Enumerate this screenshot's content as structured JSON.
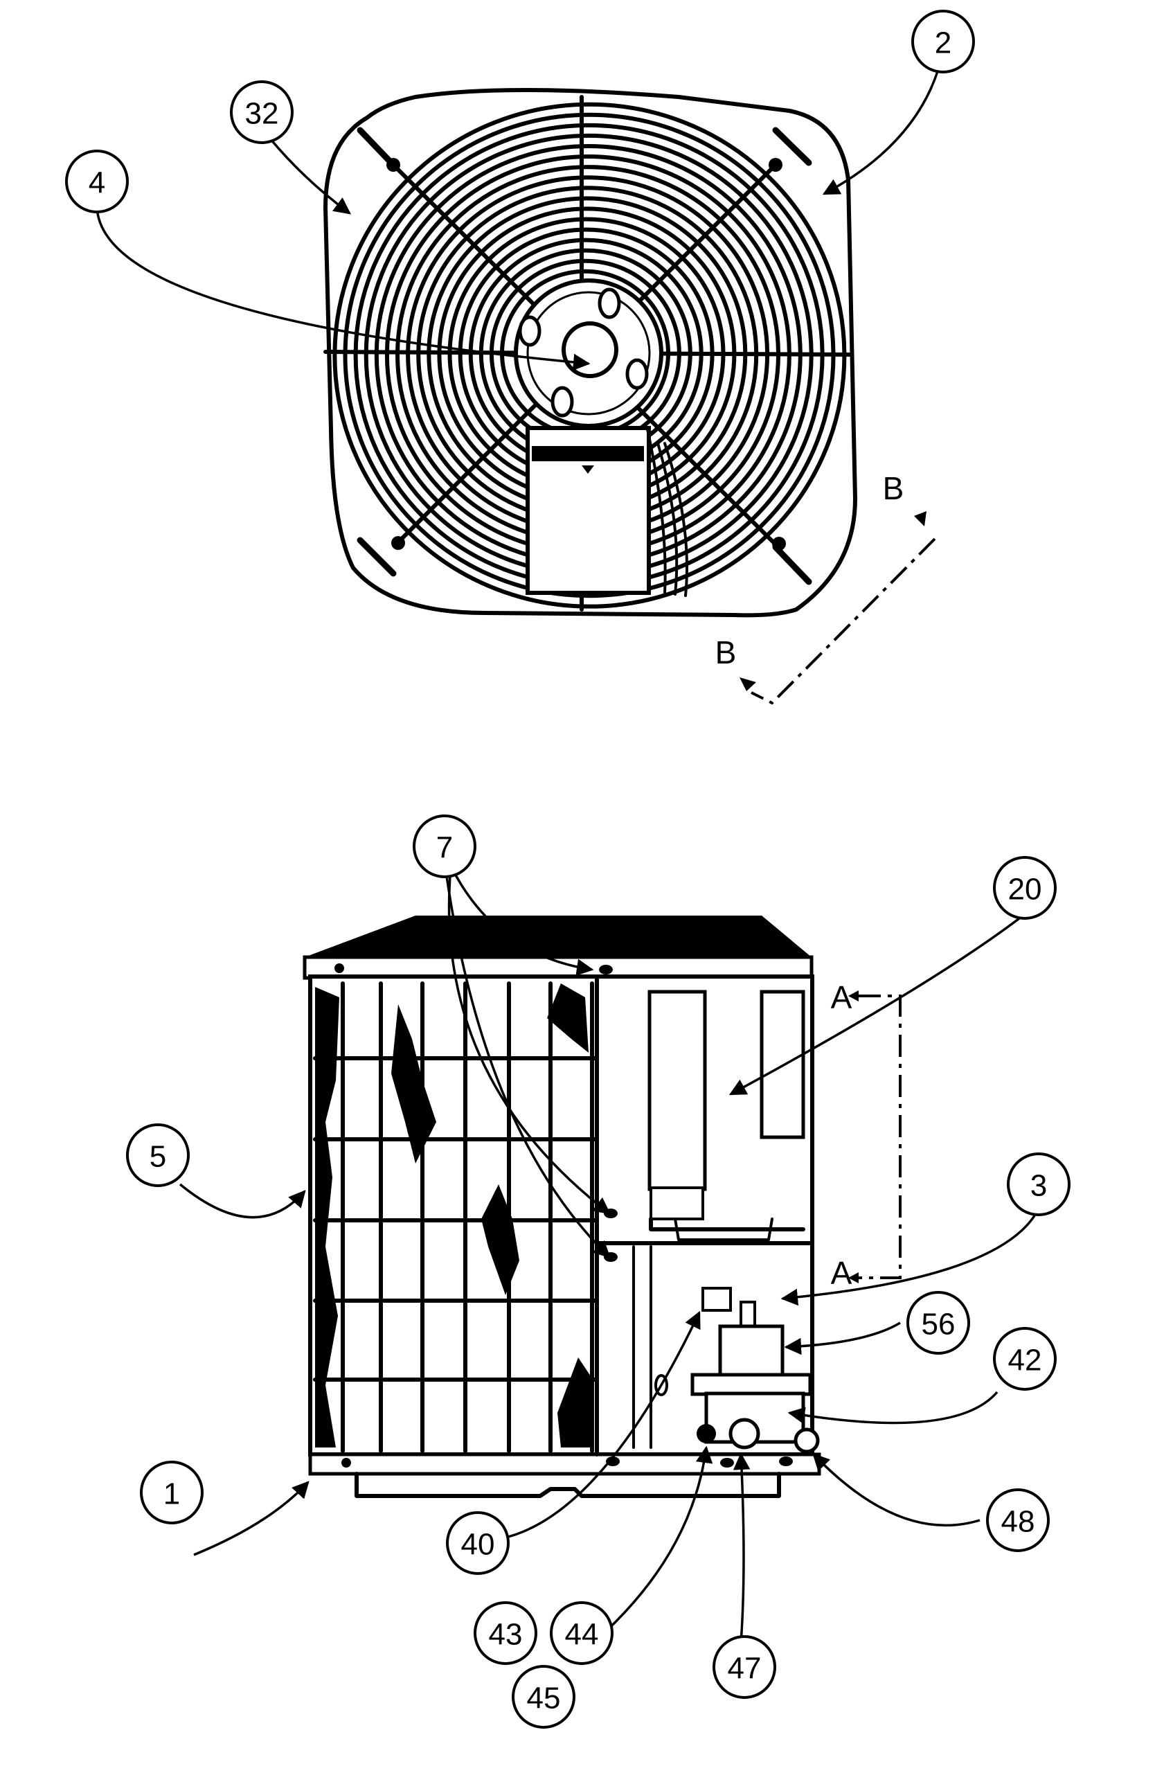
{
  "callouts": [
    {
      "id": "c2",
      "label": "2"
    },
    {
      "id": "c32",
      "label": "32"
    },
    {
      "id": "c4",
      "label": "4"
    },
    {
      "id": "c7",
      "label": "7"
    },
    {
      "id": "c20",
      "label": "20"
    },
    {
      "id": "c5",
      "label": "5"
    },
    {
      "id": "c3",
      "label": "3"
    },
    {
      "id": "c56",
      "label": "56"
    },
    {
      "id": "c42",
      "label": "42"
    },
    {
      "id": "c1",
      "label": "1"
    },
    {
      "id": "c48",
      "label": "48"
    },
    {
      "id": "c40",
      "label": "40"
    },
    {
      "id": "c43",
      "label": "43"
    },
    {
      "id": "c44",
      "label": "44"
    },
    {
      "id": "c47",
      "label": "47"
    },
    {
      "id": "c45",
      "label": "45"
    }
  ],
  "section_marks": {
    "b_upper": "B",
    "b_lower": "B",
    "a_upper": "A",
    "a_lower": "A"
  }
}
